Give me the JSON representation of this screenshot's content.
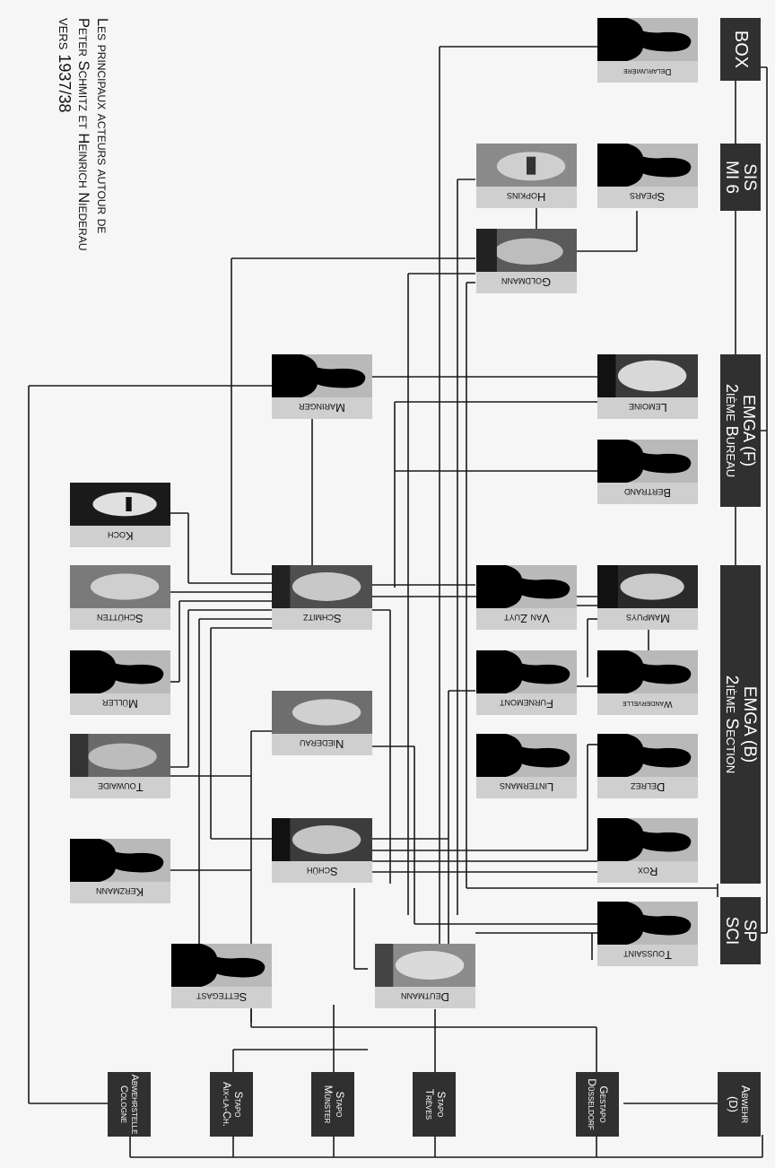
{
  "title": {
    "line1": "Les principaux acteurs autour de",
    "line2": "Peter Schmitz et Heinrich Niederau",
    "line3": "vers 1937/38"
  },
  "organizations": {
    "box": {
      "line1": "BOX"
    },
    "sis": {
      "line1": "SIS",
      "line2": "MI 6"
    },
    "emga_f": {
      "line1": "EMGA (F)",
      "line2": "2ième Bureau"
    },
    "emga_b": {
      "line1": "EMGA (B)",
      "line2": "2ième Section"
    },
    "sp": {
      "line1": "SP",
      "line2": "SCI"
    }
  },
  "bottom_orgs": {
    "abwehrstelle": {
      "line1": "Abwehrstelle",
      "line2": "Cologne"
    },
    "stapo_aix": {
      "line1": "Stapo",
      "line2": "Aix-la-Ch."
    },
    "stapo_munster": {
      "line1": "Stapo",
      "line2": "Münster"
    },
    "stapo_treves": {
      "line1": "Stapo",
      "line2": "Trèves"
    },
    "gestapo": {
      "line1": "Gestapo",
      "line2": "Düsseldorf"
    },
    "abwehr": {
      "line1": "Abwehr",
      "line2": "(D)"
    }
  },
  "people": {
    "delaruwiere": "Delaruwière",
    "hopkins": "Hopkins",
    "spears": "Spears",
    "goldmann": "Goldmann",
    "maringer": "Maringer",
    "lemoine": "Lemoine",
    "bertrand": "Bertrand",
    "koch": "Koch",
    "schutten": "Schütten",
    "muller": "Müller",
    "touwaide": "Touwaide",
    "kerzmann": "Kerzmann",
    "schmitz": "Schmitz",
    "niederau": "Niederau",
    "schuh": "Schüh",
    "van_zuyt": "Van Zuyt",
    "furnemont": "Furnemont",
    "lintermans": "Lintermans",
    "mampuys": "Mampuys",
    "wandervelle": "Wandervelle",
    "delrez": "Delrez",
    "rox": "Rox",
    "toussaint": "Toussaint",
    "settegast": "Settegast",
    "deutmann": "Deutmann"
  },
  "colors": {
    "box_dark": "#303030",
    "silhouette_bg": "#b9b9b9",
    "line": "#1a1a1a"
  }
}
